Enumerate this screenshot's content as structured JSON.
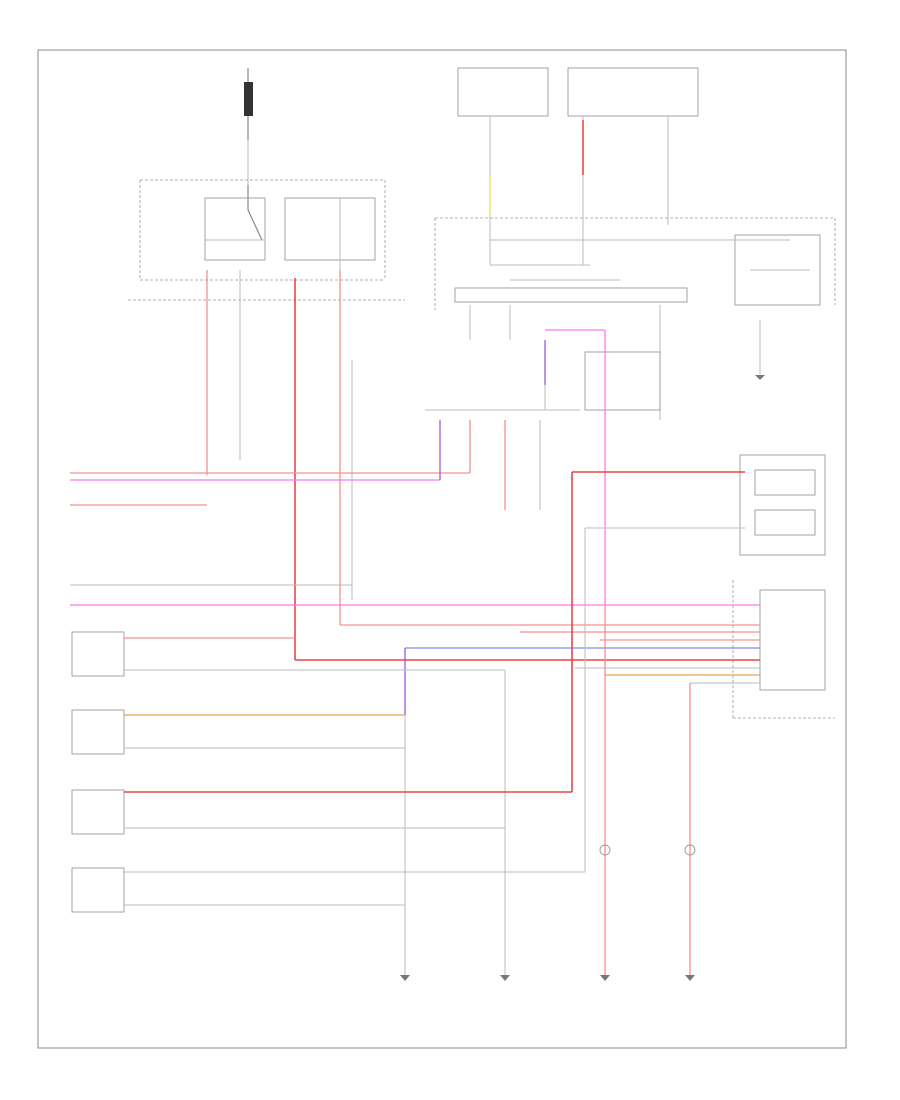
{
  "diagram": {
    "footer_code": "",
    "colors": {
      "red": "#ee4444",
      "pink": "#ff77ee",
      "light_red": "#f59090",
      "orange": "#f0a050",
      "blue": "#7a8cf0",
      "purple": "#9a5ad8",
      "yellow": "#e8e060",
      "gray": "#bbbbbb"
    },
    "components": [
      {
        "id": "hot-at-all-times",
        "label": ""
      },
      {
        "id": "underhood-fuse-box",
        "label": ""
      },
      {
        "id": "dimmer-relay",
        "label": ""
      },
      {
        "id": "turn-signal-switch",
        "label": ""
      },
      {
        "id": "wiper-control",
        "label": ""
      },
      {
        "id": "daytime-running-light-unit",
        "label": ""
      },
      {
        "id": "left-headlight",
        "label": ""
      },
      {
        "id": "right-headlight",
        "label": ""
      },
      {
        "id": "left-high-beam",
        "label": ""
      },
      {
        "id": "right-high-beam",
        "label": ""
      },
      {
        "id": "left-front-light",
        "label": ""
      },
      {
        "id": "right-front-light",
        "label": ""
      }
    ],
    "grounds": [
      {
        "id": "ground-1",
        "label": ""
      },
      {
        "id": "ground-2",
        "label": ""
      },
      {
        "id": "ground-3",
        "label": ""
      },
      {
        "id": "ground-4",
        "label": ""
      }
    ]
  }
}
